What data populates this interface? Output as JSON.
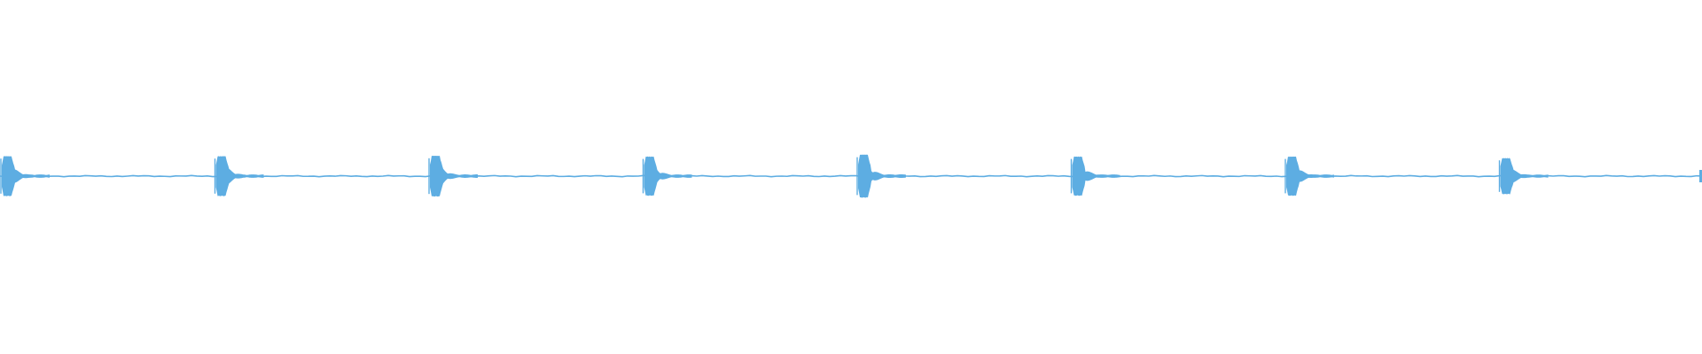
{
  "waveform": {
    "color": "#5dade2",
    "background": "#ffffff",
    "peak_count": 8,
    "relative_peak_amplitudes": [
      1.0,
      1.0,
      1.02,
      0.98,
      1.08,
      0.98,
      0.98,
      0.9
    ],
    "trailing_edge_marker": true
  }
}
